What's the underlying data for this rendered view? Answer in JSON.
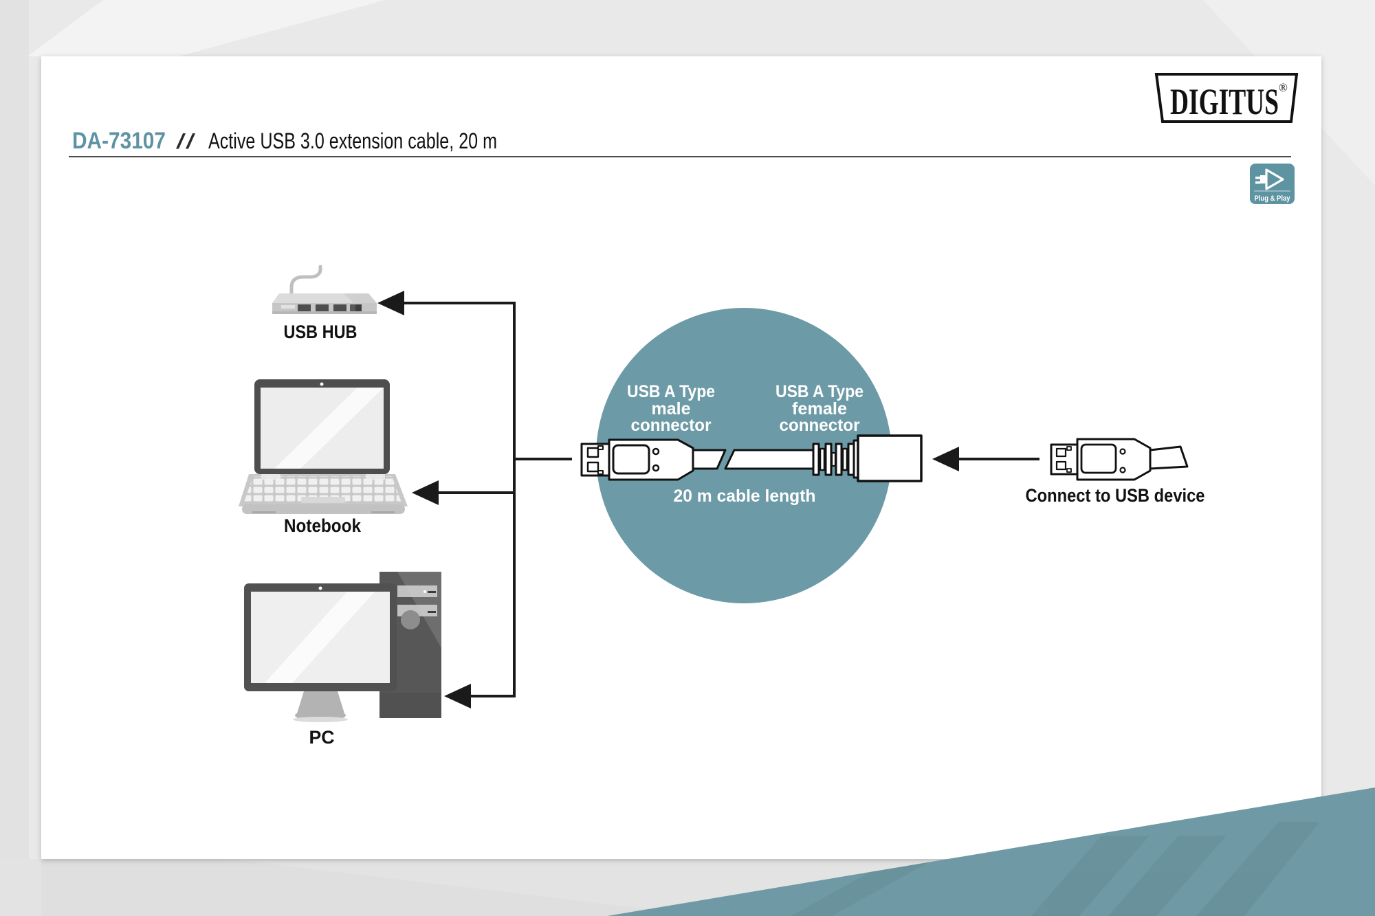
{
  "header": {
    "code": "DA-73107",
    "sep": "//",
    "title": "Active USB 3.0 extension cable, 20 m"
  },
  "brand": {
    "name": "DIGITUS",
    "reg": "®"
  },
  "badge": {
    "label": "Plug & Play"
  },
  "devices": {
    "hub": "USB HUB",
    "notebook": "Notebook",
    "pc": "PC"
  },
  "cable": {
    "male_l1": "USB A Type",
    "male_l2": "male",
    "male_l3": "connector",
    "female_l1": "USB A Type",
    "female_l2": "female",
    "female_l3": "connector",
    "length": "20 m cable length"
  },
  "connect": {
    "label": "Connect to USB device"
  },
  "colors": {
    "teal_circle": "#6C9AA6",
    "teal_wedge": "#6F9AA5",
    "teal_badge": "#5E93A2",
    "accent_text": "#5E93A3",
    "line_black": "#1A1A1A"
  }
}
